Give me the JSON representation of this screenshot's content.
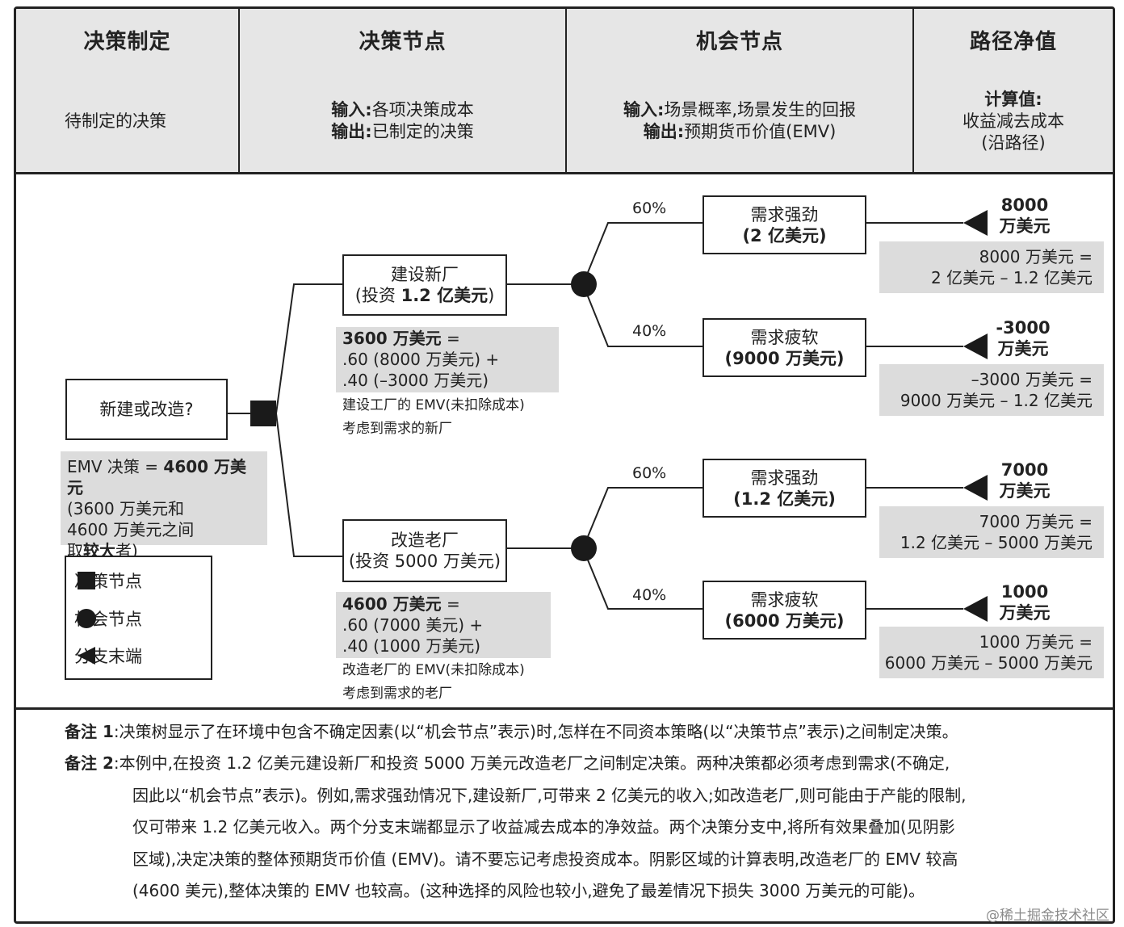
{
  "header": {
    "columns": [
      {
        "title": "决策制定",
        "desc": [
          "待制定的决策"
        ]
      },
      {
        "title": "决策节点",
        "desc_labeled": [
          {
            "label": "输入:",
            "text": "各项决策成本"
          },
          {
            "label": "输出:",
            "text": "已制定的决策"
          }
        ]
      },
      {
        "title": "机会节点",
        "desc_labeled": [
          {
            "label": "输入:",
            "text": "场景概率,场景发生的回报"
          },
          {
            "label": "输出:",
            "text": "预期货币价值(EMV)"
          }
        ]
      },
      {
        "title": "路径净值",
        "calc_label": "计算值:",
        "calc_lines": [
          "收益减去成本",
          "(沿路径)"
        ]
      }
    ]
  },
  "tree": {
    "root_label": "新建或改造?",
    "root_emv": {
      "prefix": "EMV 决策 = ",
      "value": "4600 万美元",
      "line2": "(3600 万美元和",
      "line3": "4600 万美元之间",
      "line4_a": "取",
      "line4_b": "较大",
      "line4_c": "者)"
    },
    "branches": [
      {
        "name": "建设新厂",
        "invest_prefix": "(投资 ",
        "invest_value": "1.2 亿美元",
        "invest_suffix": ")",
        "calc_value": "3600 万美元",
        "calc_eq": " =",
        "calc_line2": ".60 (8000 万美元) +",
        "calc_line3": ".40 (–3000 万美元)",
        "note1": "建设工厂的 EMV(未扣除成本)",
        "note2": "考虑到需求的新厂",
        "outcomes": [
          {
            "prob": "60%",
            "label": "需求强劲",
            "value": "(2 亿美元)",
            "end_line1": "8000",
            "end_line2": "万美元",
            "calc1": "8000 万美元 =",
            "calc2": "2 亿美元 – 1.2 亿美元"
          },
          {
            "prob": "40%",
            "label": "需求疲软",
            "value": "(9000 万美元)",
            "end_line1": "-3000",
            "end_line2": "万美元",
            "calc1": "–3000 万美元 =",
            "calc2": "9000 万美元 – 1.2 亿美元"
          }
        ]
      },
      {
        "name": "改造老厂",
        "invest_line": "(投资 5000 万美元)",
        "calc_value": "4600 万美元",
        "calc_eq": " =",
        "calc_line2": ".60 (7000 美元) +",
        "calc_line3": ".40 (1000 万美元)",
        "note1": "改造老厂的 EMV(未扣除成本)",
        "note2": "考虑到需求的老厂",
        "outcomes": [
          {
            "prob": "60%",
            "label": "需求强劲",
            "value": "(1.2 亿美元)",
            "end_line1": "7000",
            "end_line2": "万美元",
            "calc1": "7000 万美元 =",
            "calc2": "1.2 亿美元 – 5000 万美元"
          },
          {
            "prob": "40%",
            "label": "需求疲软",
            "value": "(6000 万美元)",
            "end_line1": "1000",
            "end_line2": "万美元",
            "calc1": "1000 万美元 =",
            "calc2": "6000 万美元 – 5000 万美元"
          }
        ]
      }
    ]
  },
  "legend": {
    "decision_node": "决策节点",
    "chance_node": "机会节点",
    "branch_end": "分支末端"
  },
  "notes": {
    "note1_label": "备注 1",
    "note1_text": ":决策树显示了在环境中包含不确定因素(以“机会节点”表示)时,怎样在不同资本策略(以“决策节点”表示)之间制定决策。",
    "note2_label": "备注 2",
    "note2_lines": [
      ":本例中,在投资 1.2 亿美元建设新厂和投资 5000 万美元改造老厂之间制定决策。两种决策都必须考虑到需求(不确定,",
      "因此以“机会节点”表示)。例如,需求强劲情况下,建设新厂,可带来 2 亿美元的收入;如改造老厂,则可能由于产能的限制,",
      "仅可带来 1.2 亿美元收入。两个分支末端都显示了收益减去成本的净效益。两个决策分支中,将所有效果叠加(见阴影",
      "区域),决定决策的整体预期货币价值 (EMV)。请不要忘记考虑投资成本。阴影区域的计算表明,改造老厂的 EMV 较高",
      "(4600 美元),整体决策的 EMV 也较高。(这种选择的风险也较小,避免了最差情况下损失 3000 万美元的可能)。"
    ]
  },
  "watermark": "@稀土掘金技术社区"
}
